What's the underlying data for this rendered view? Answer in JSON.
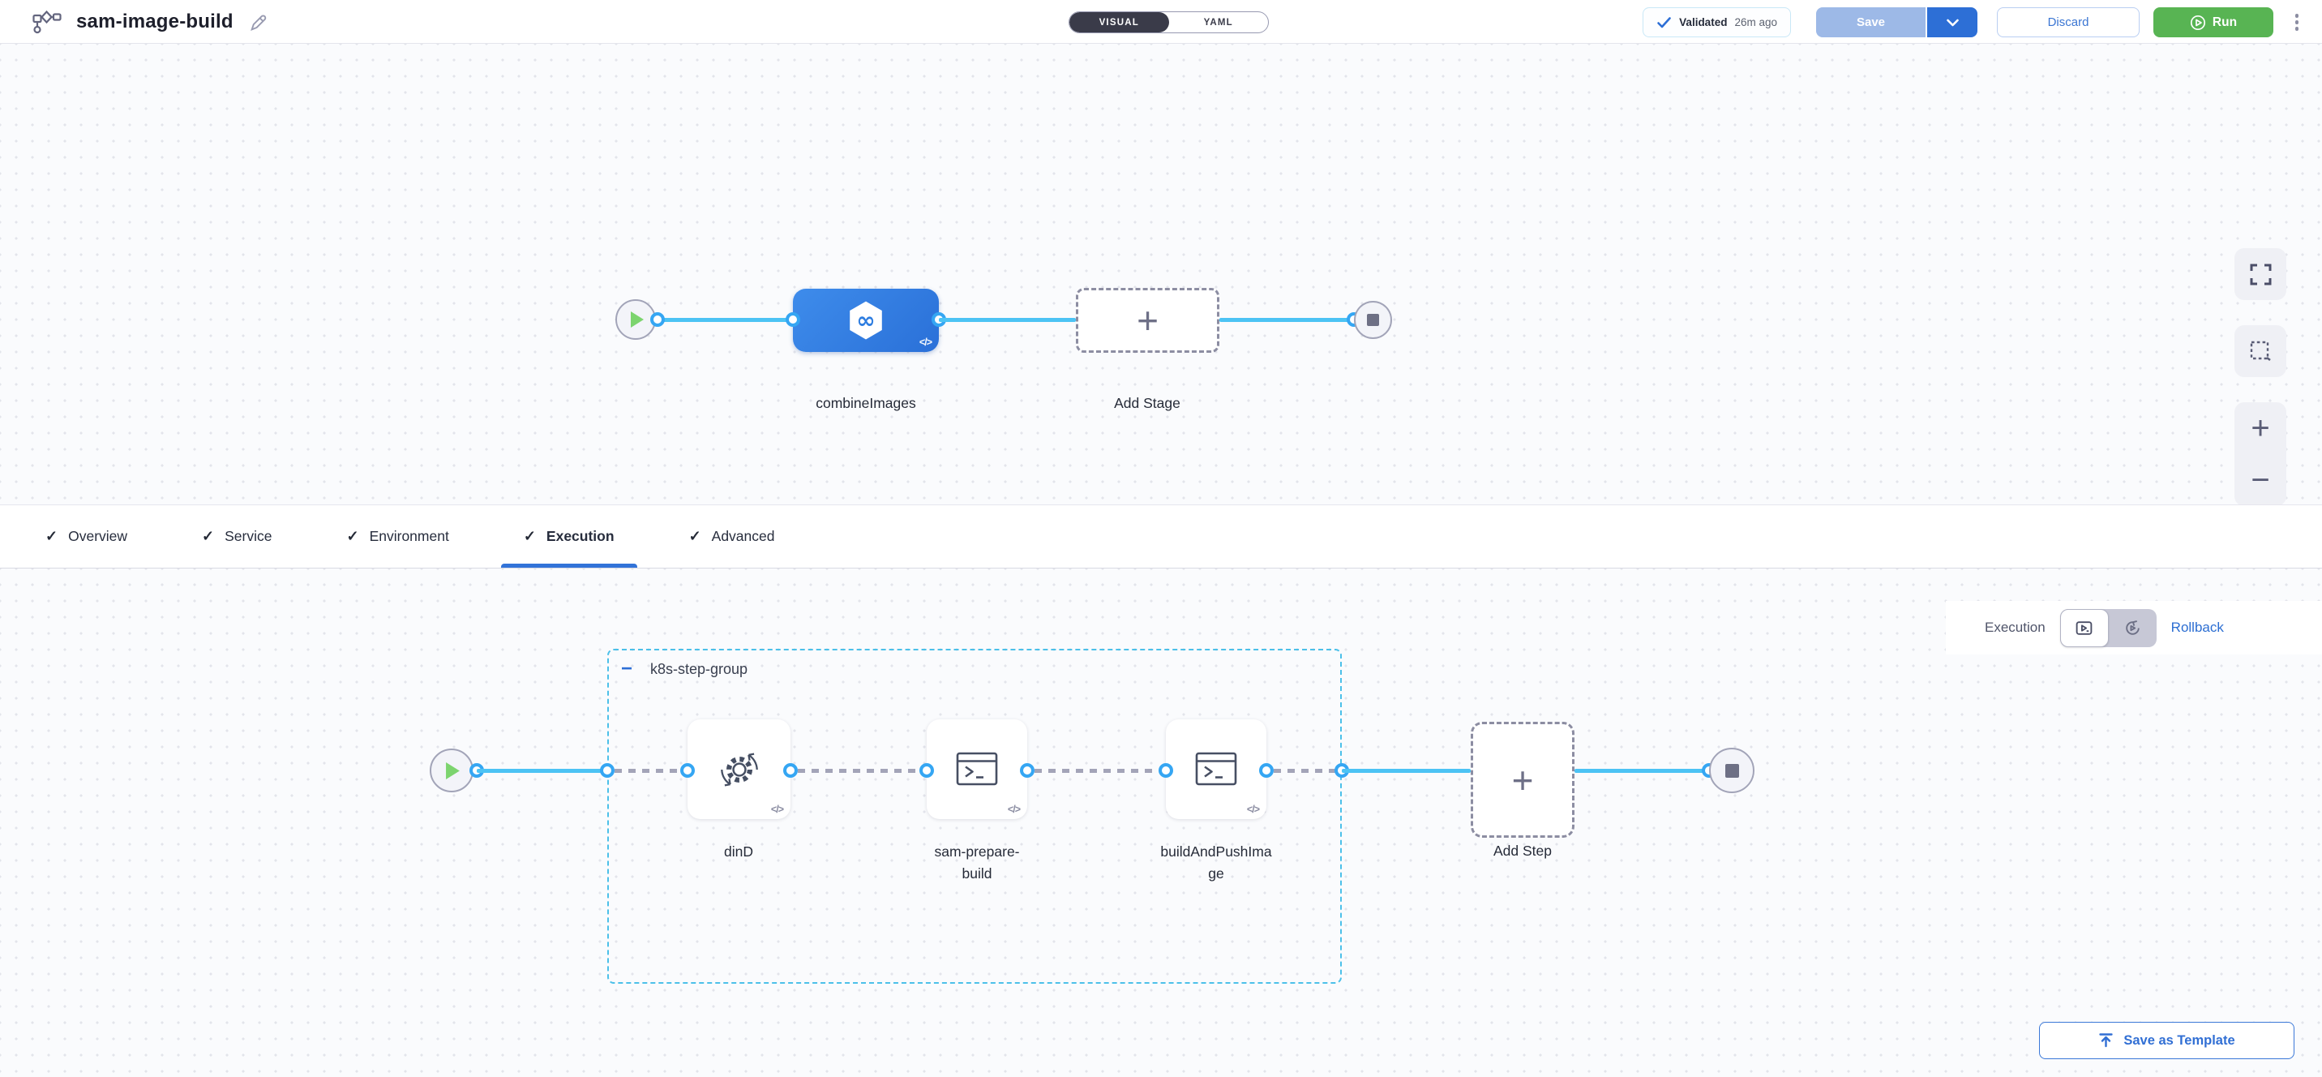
{
  "header": {
    "title": "sam-image-build",
    "mode_visual": "VISUAL",
    "mode_yaml": "YAML",
    "validated_label": "Validated",
    "validated_time": "26m ago",
    "save": "Save",
    "discard": "Discard",
    "run": "Run"
  },
  "tabs": {
    "items": [
      {
        "label": "Overview"
      },
      {
        "label": "Service"
      },
      {
        "label": "Environment"
      },
      {
        "label": "Execution"
      },
      {
        "label": "Advanced"
      }
    ],
    "active": "Execution"
  },
  "toolbar": {
    "save_as_template": "Save as Template"
  },
  "stage_flow": {
    "stage_name": "combineImages",
    "add_stage": "Add Stage"
  },
  "execution": {
    "mode_execution": "Execution",
    "mode_rollback": "Rollback",
    "group_name": "k8s-step-group",
    "steps": [
      {
        "name": "dinD",
        "icon": "gear-sync-icon"
      },
      {
        "name": "sam-prepare-build",
        "icon": "terminal-icon"
      },
      {
        "name": "buildAndPushImage",
        "icon": "terminal-icon"
      }
    ],
    "add_step": "Add Step"
  },
  "glyphs": {
    "plus": "+",
    "minus": "−",
    "code": "</>",
    "infinity": "∞",
    "check": "✓"
  },
  "colors": {
    "accent_blue": "#2d6fd6",
    "link_line_blue": "#4cc3f4",
    "stage_node_blue": "#2e7de0",
    "run_green": "#58b453",
    "group_border_cyan": "#4cc0e9",
    "validated_border": "#c9e8f7",
    "tab_underline": "#3273d8"
  }
}
